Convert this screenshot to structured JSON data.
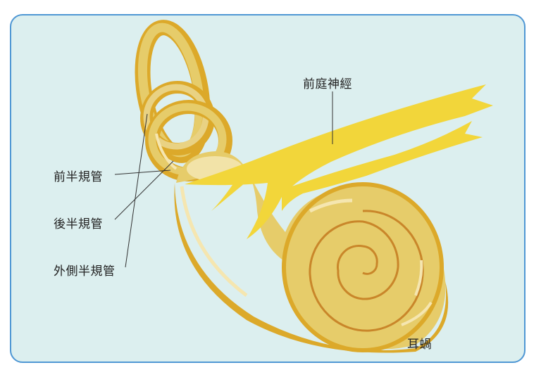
{
  "labels": {
    "vestibular_nerve": "前庭神經",
    "anterior_canal": "前半規管",
    "posterior_canal": "後半規管",
    "lateral_canal": "外側半規管",
    "cochlea": "耳蝸"
  },
  "colors": {
    "background": "#dcefef",
    "border": "#4f97d4",
    "bone": "#e6cc6a",
    "bone_dark": "#dca92a",
    "nerve": "#f2d63a"
  }
}
